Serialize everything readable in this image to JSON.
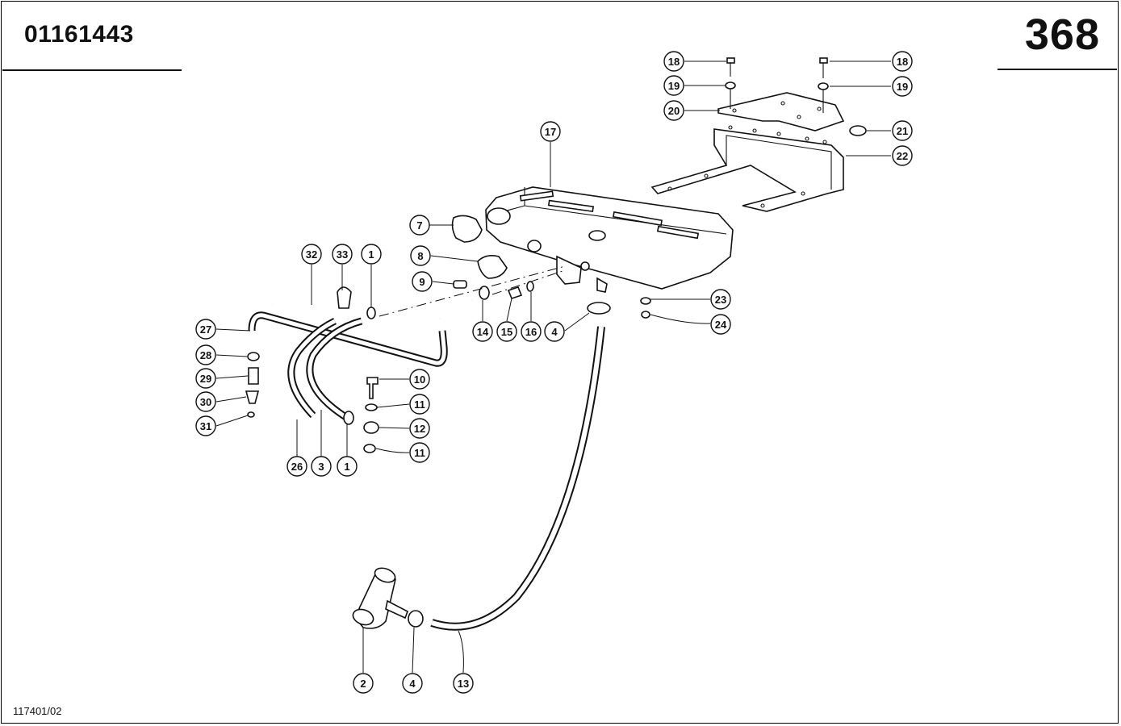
{
  "header": {
    "part_number": "01161443",
    "page_number": "368"
  },
  "footer": {
    "drawing_ref": "117401/02"
  },
  "diagram": {
    "callouts": [
      {
        "id": "c18a",
        "label": "18"
      },
      {
        "id": "c19a",
        "label": "19"
      },
      {
        "id": "c20",
        "label": "20"
      },
      {
        "id": "c18b",
        "label": "18"
      },
      {
        "id": "c19b",
        "label": "19"
      },
      {
        "id": "c21",
        "label": "21"
      },
      {
        "id": "c22",
        "label": "22"
      },
      {
        "id": "c17",
        "label": "17"
      },
      {
        "id": "c7",
        "label": "7"
      },
      {
        "id": "c8",
        "label": "8"
      },
      {
        "id": "c9",
        "label": "9"
      },
      {
        "id": "c32",
        "label": "32"
      },
      {
        "id": "c33",
        "label": "33"
      },
      {
        "id": "c1a",
        "label": "1"
      },
      {
        "id": "c27",
        "label": "27"
      },
      {
        "id": "c28",
        "label": "28"
      },
      {
        "id": "c29",
        "label": "29"
      },
      {
        "id": "c30",
        "label": "30"
      },
      {
        "id": "c31",
        "label": "31"
      },
      {
        "id": "c14",
        "label": "14"
      },
      {
        "id": "c15",
        "label": "15"
      },
      {
        "id": "c16",
        "label": "16"
      },
      {
        "id": "c4a",
        "label": "4"
      },
      {
        "id": "c23",
        "label": "23"
      },
      {
        "id": "c24",
        "label": "24"
      },
      {
        "id": "c10",
        "label": "10"
      },
      {
        "id": "c11a",
        "label": "11"
      },
      {
        "id": "c12",
        "label": "12"
      },
      {
        "id": "c11b",
        "label": "11"
      },
      {
        "id": "c26",
        "label": "26"
      },
      {
        "id": "c3",
        "label": "3"
      },
      {
        "id": "c1b",
        "label": "1"
      },
      {
        "id": "c2",
        "label": "2"
      },
      {
        "id": "c4b",
        "label": "4"
      },
      {
        "id": "c13",
        "label": "13"
      }
    ]
  }
}
